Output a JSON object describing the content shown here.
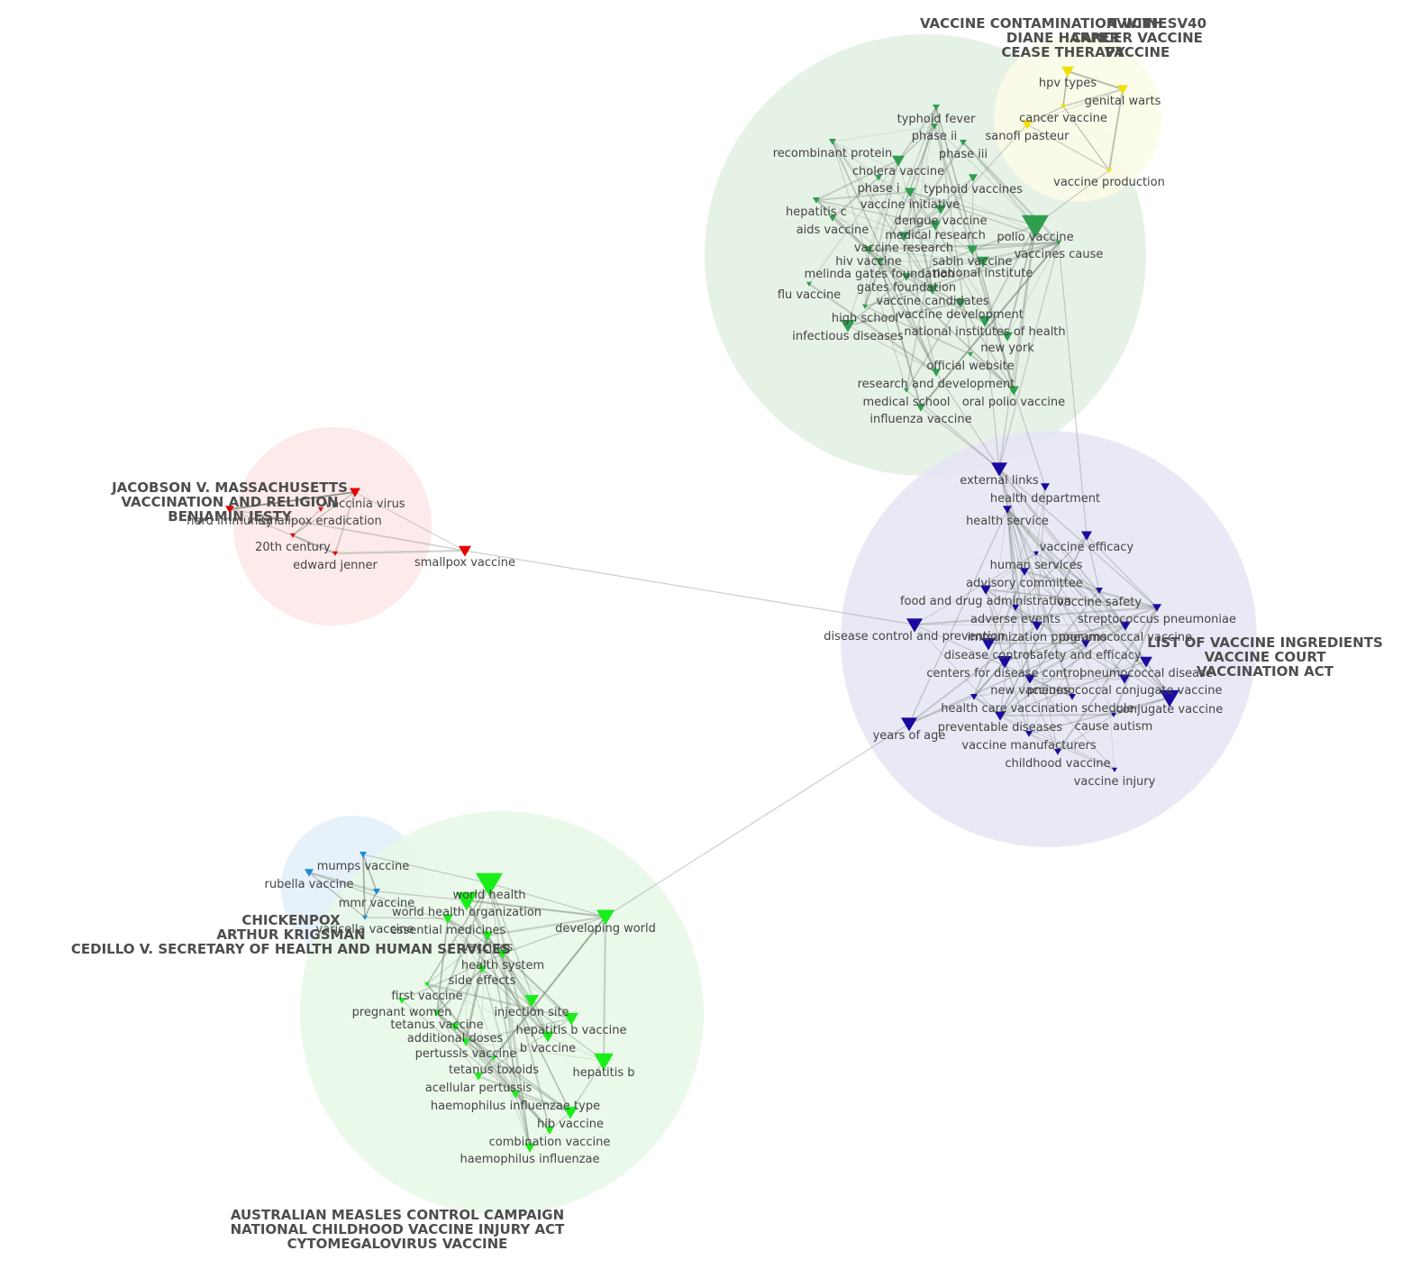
{
  "clusters": [
    {
      "id": "green_top",
      "color": "#2e9e4e",
      "fill": "#e3f0e3",
      "titles": [
        "VACCINE CONTAMINATION WITH SV40",
        "DIANE HARPER",
        "CEASE THERAPY"
      ],
      "nodes": [
        "typhoid fever",
        "phase ii",
        "recombinant protein",
        "phase iii",
        "cholera vaccine",
        "phase i",
        "typhoid vaccines",
        "vaccine initiative",
        "hepatitis c",
        "dengue vaccine",
        "aids vaccine",
        "medical research",
        "polio vaccine",
        "vaccine research",
        "vaccines cause",
        "hiv vaccine",
        "sabin vaccine",
        "melinda gates foundation",
        "national institute",
        "gates foundation",
        "flu vaccine",
        "vaccine candidates",
        "vaccine development",
        "high school",
        "national institutes of health",
        "infectious diseases",
        "new york",
        "official website",
        "research and development",
        "medical school",
        "oral polio vaccine",
        "influenza vaccine"
      ]
    },
    {
      "id": "yellow",
      "color": "#f0e000",
      "fill": "#fbfbe6",
      "titles": [
        "AVICINE",
        "CANCER VACCINE",
        "VACCINE"
      ],
      "nodes": [
        "hpv types",
        "genital warts",
        "cancer vaccine",
        "sanofi pasteur",
        "vaccine production"
      ]
    },
    {
      "id": "red",
      "color": "#e60000",
      "fill": "#fde6e6",
      "titles": [
        "JACOBSON V. MASSACHUSETTS",
        "VACCINATION AND RELIGION",
        "BENJAMIN JESTY"
      ],
      "nodes": [
        "vaccinia virus",
        "herd immunity",
        "smallpox eradication",
        "20th century",
        "edward jenner",
        "smallpox vaccine"
      ]
    },
    {
      "id": "navy",
      "color": "#1a0aa0",
      "fill": "#e5e5f5",
      "titles": [
        "LIST OF VACCINE INGREDIENTS",
        "VACCINE COURT",
        "VACCINATION ACT"
      ],
      "nodes": [
        "external links",
        "health department",
        "health service",
        "vaccine efficacy",
        "human services",
        "advisory committee",
        "food and drug administration",
        "vaccine safety",
        "streptococcus pneumoniae",
        "adverse events",
        "disease control and prevention",
        "immunization programs",
        "pneumococcal vaccine",
        "disease control",
        "safety and efficacy",
        "centers for disease control",
        "pneumococcal disease",
        "new vaccines",
        "pneumococcal conjugate vaccine",
        "health care",
        "vaccination schedule",
        "conjugate vaccine",
        "preventable diseases",
        "cause autism",
        "years of age",
        "vaccine manufacturers",
        "childhood vaccine",
        "vaccine injury"
      ]
    },
    {
      "id": "blue",
      "color": "#1a8ad8",
      "fill": "#e3eef8",
      "titles": [
        "CHICKENPOX",
        "ARTHUR KRIGSMAN",
        "CEDILLO V. SECRETARY OF HEALTH AND HUMAN SERVICES"
      ],
      "nodes": [
        "mumps vaccine",
        "rubella vaccine",
        "mmr vaccine",
        "varicella vaccine"
      ]
    },
    {
      "id": "green_bottom",
      "color": "#1aee1a",
      "fill": "#e8f8e8",
      "titles": [
        "AUSTRALIAN MEASLES CONTROL CAMPAIGN",
        "NATIONAL CHILDHOOD VACCINE INJURY ACT",
        "CYTOMEGALOVIRUS VACCINE"
      ],
      "nodes": [
        "world health",
        "world health organization",
        "developing world",
        "essential medicines",
        "vaccines",
        "health system",
        "side effects",
        "first vaccine",
        "pregnant women",
        "injection site",
        "tetanus vaccine",
        "hepatitis b vaccine",
        "additional doses",
        "b vaccine",
        "pertussis vaccine",
        "hepatitis b",
        "tetanus toxoids",
        "acellular pertussis",
        "haemophilus influenzae type",
        "hib vaccine",
        "combination vaccine",
        "haemophilus influenzae"
      ]
    }
  ]
}
